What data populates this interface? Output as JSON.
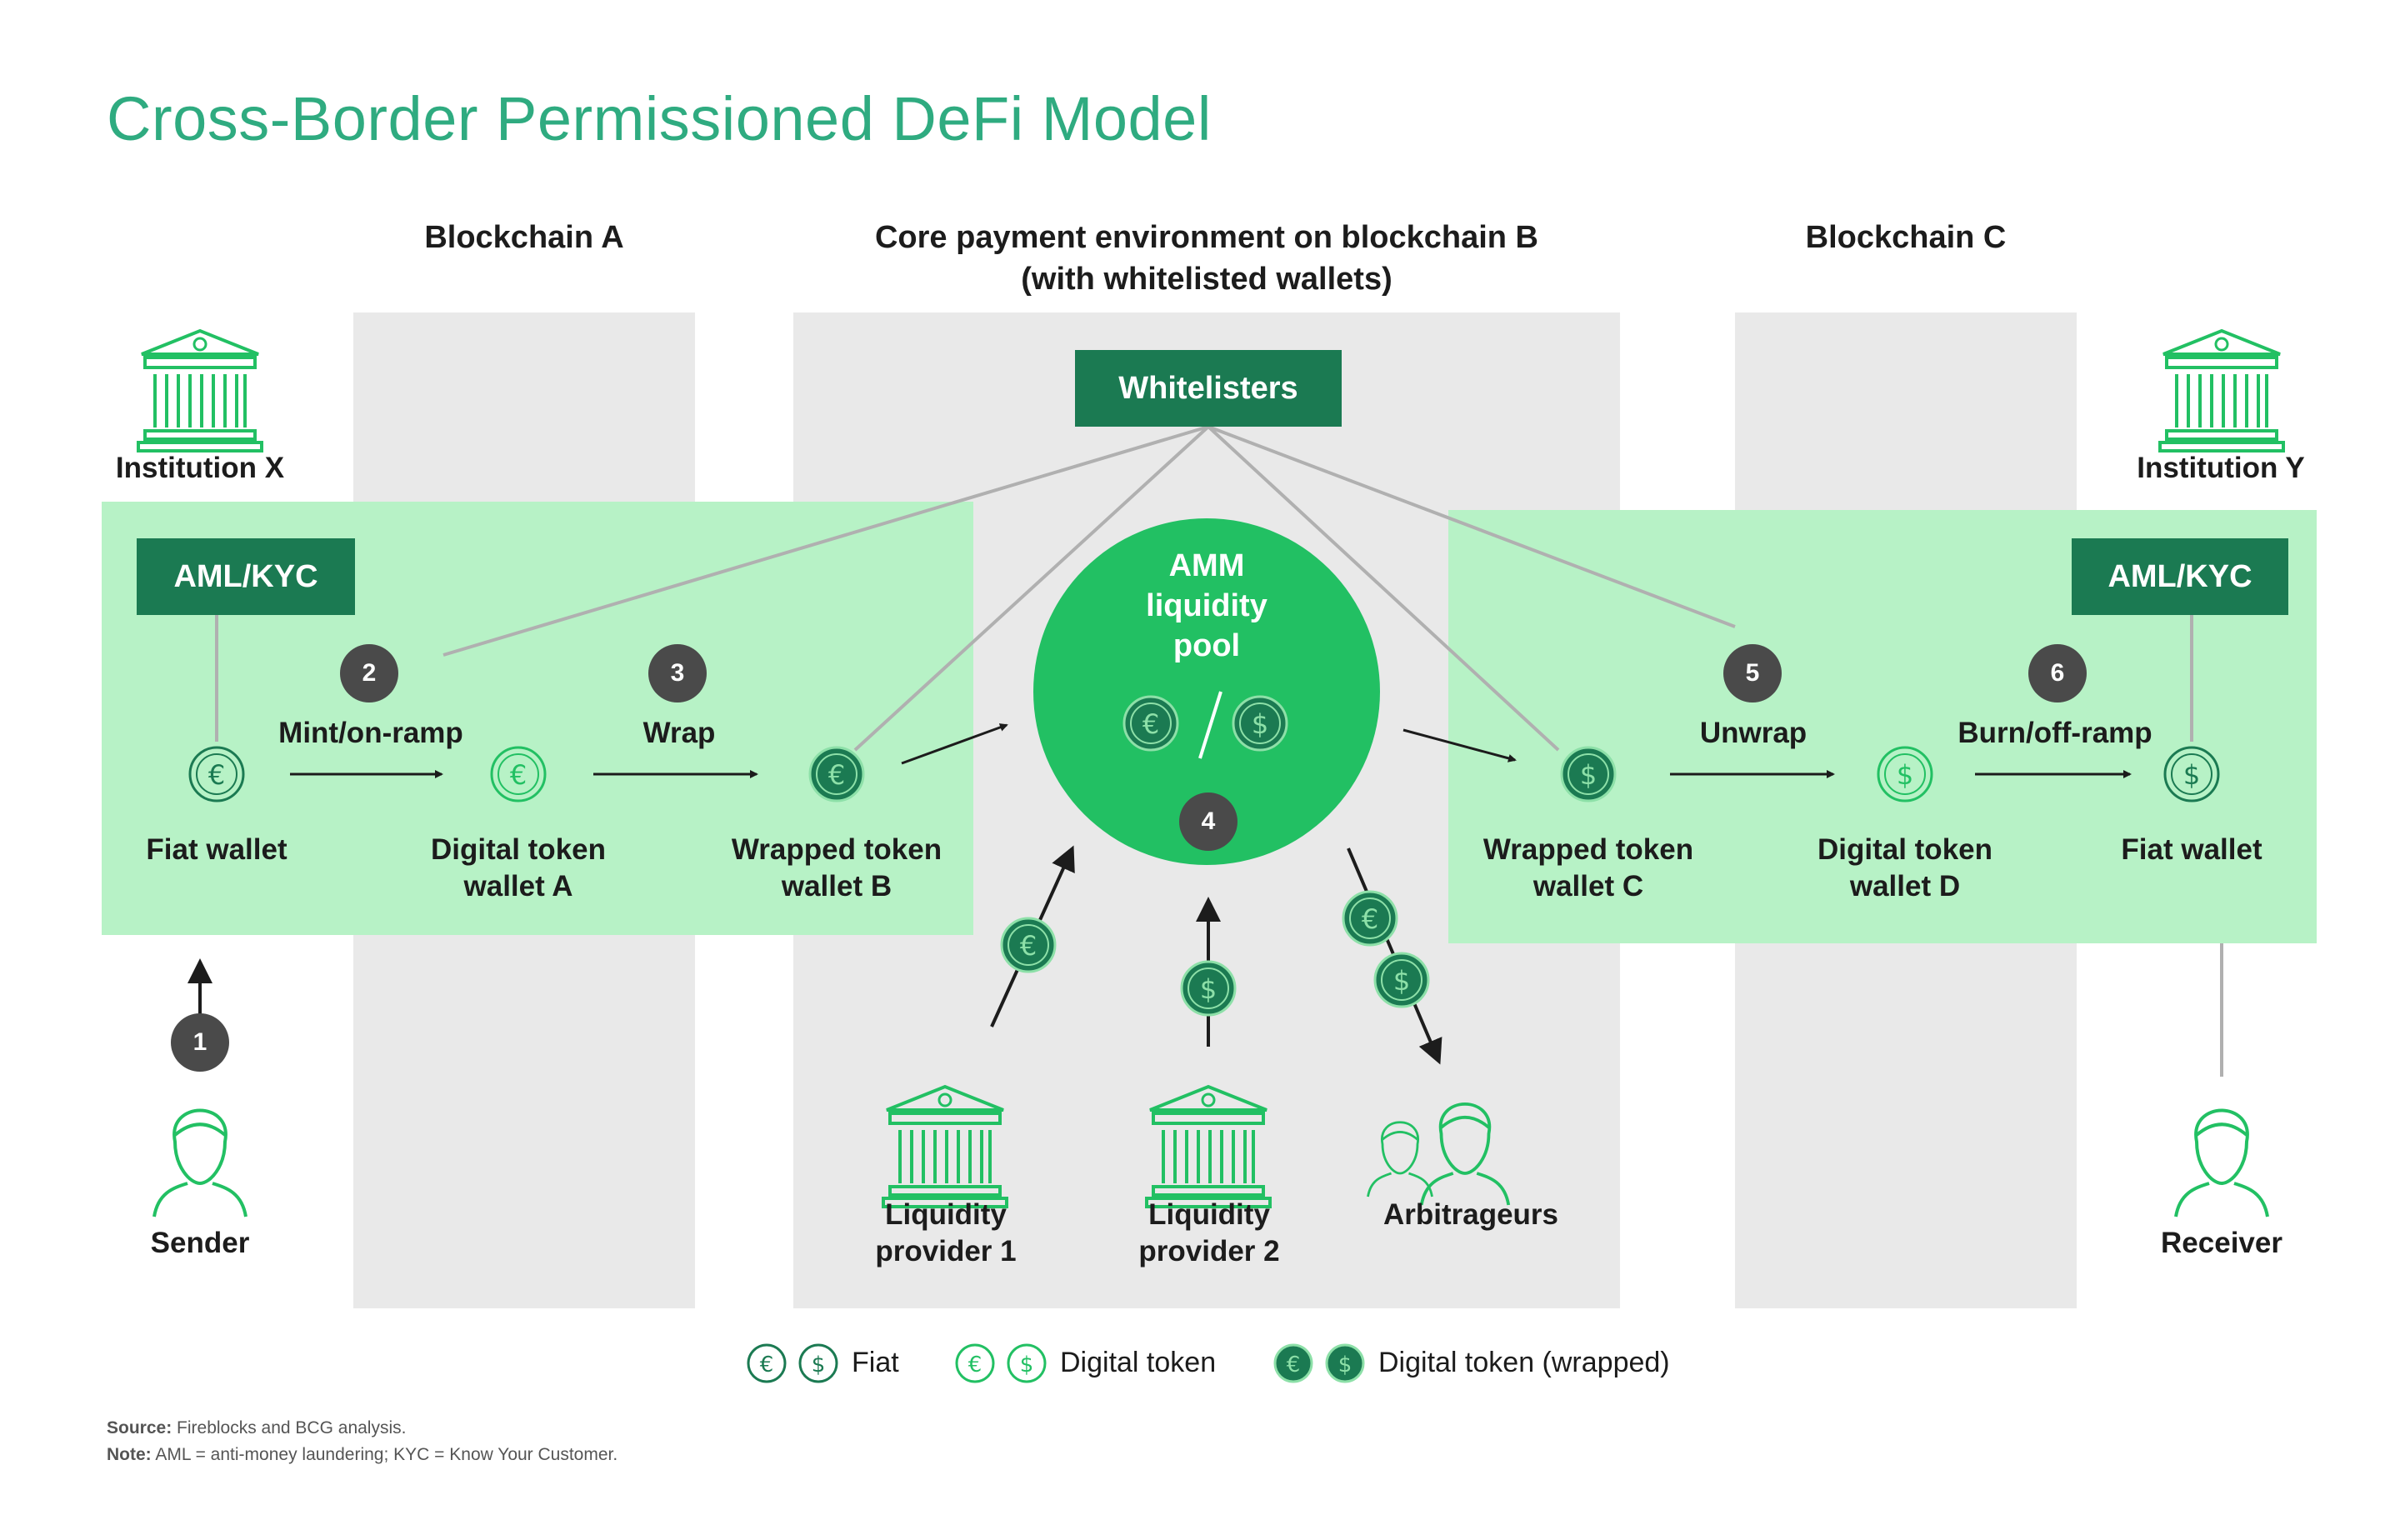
{
  "title": "Cross-Border Permissioned DeFi Model",
  "columns": {
    "blockchain_a": "Blockchain A",
    "core_line1": "Core payment environment on blockchain B",
    "core_line2": "(with whitelisted wallets)",
    "blockchain_c": "Blockchain C"
  },
  "whitelisters": "Whitelisters",
  "amm": {
    "line1": "AMM",
    "line2": "liquidity",
    "line3": "pool"
  },
  "institutions": {
    "x": "Institution X",
    "y": "Institution Y"
  },
  "aml_kyc": "AML/KYC",
  "steps": {
    "s1": "1",
    "s2": "2",
    "s3": "3",
    "s4": "4",
    "s5": "5",
    "s6": "6",
    "mint": "Mint/on-ramp",
    "wrap": "Wrap",
    "unwrap": "Unwrap",
    "burn": "Burn/off-ramp"
  },
  "wallets": {
    "fiat_left": "Fiat wallet",
    "digital_a_1": "Digital token",
    "digital_a_2": "wallet A",
    "wrapped_b_1": "Wrapped token",
    "wrapped_b_2": "wallet B",
    "wrapped_c_1": "Wrapped token",
    "wrapped_c_2": "wallet C",
    "digital_d_1": "Digital token",
    "digital_d_2": "wallet D",
    "fiat_right": "Fiat wallet"
  },
  "actors": {
    "sender": "Sender",
    "receiver": "Receiver",
    "lp1_1": "Liquidity",
    "lp1_2": "provider 1",
    "lp2_1": "Liquidity",
    "lp2_2": "provider 2",
    "arbitrageurs": "Arbitrageurs"
  },
  "legend": {
    "fiat": "Fiat",
    "digital": "Digital token",
    "wrapped": "Digital token (wrapped)"
  },
  "footnote": {
    "source_label": "Source:",
    "source_text": " Fireblocks and BCG analysis.",
    "note_label": "Note:",
    "note_text": " AML = anti-money laundering; KYC = Know Your Customer."
  },
  "colors": {
    "title": "#2fab80",
    "dark_green": "#1b7a52",
    "mid_green": "#22c063",
    "light_green": "#b7f2c6",
    "gray_column": "#e9e9e9",
    "step_badge": "#4a4a4a"
  },
  "icons": {
    "institution": "bank-building-icon",
    "euro": "euro-coin-icon",
    "dollar": "dollar-coin-icon",
    "person": "person-icon",
    "group": "group-people-icon"
  }
}
